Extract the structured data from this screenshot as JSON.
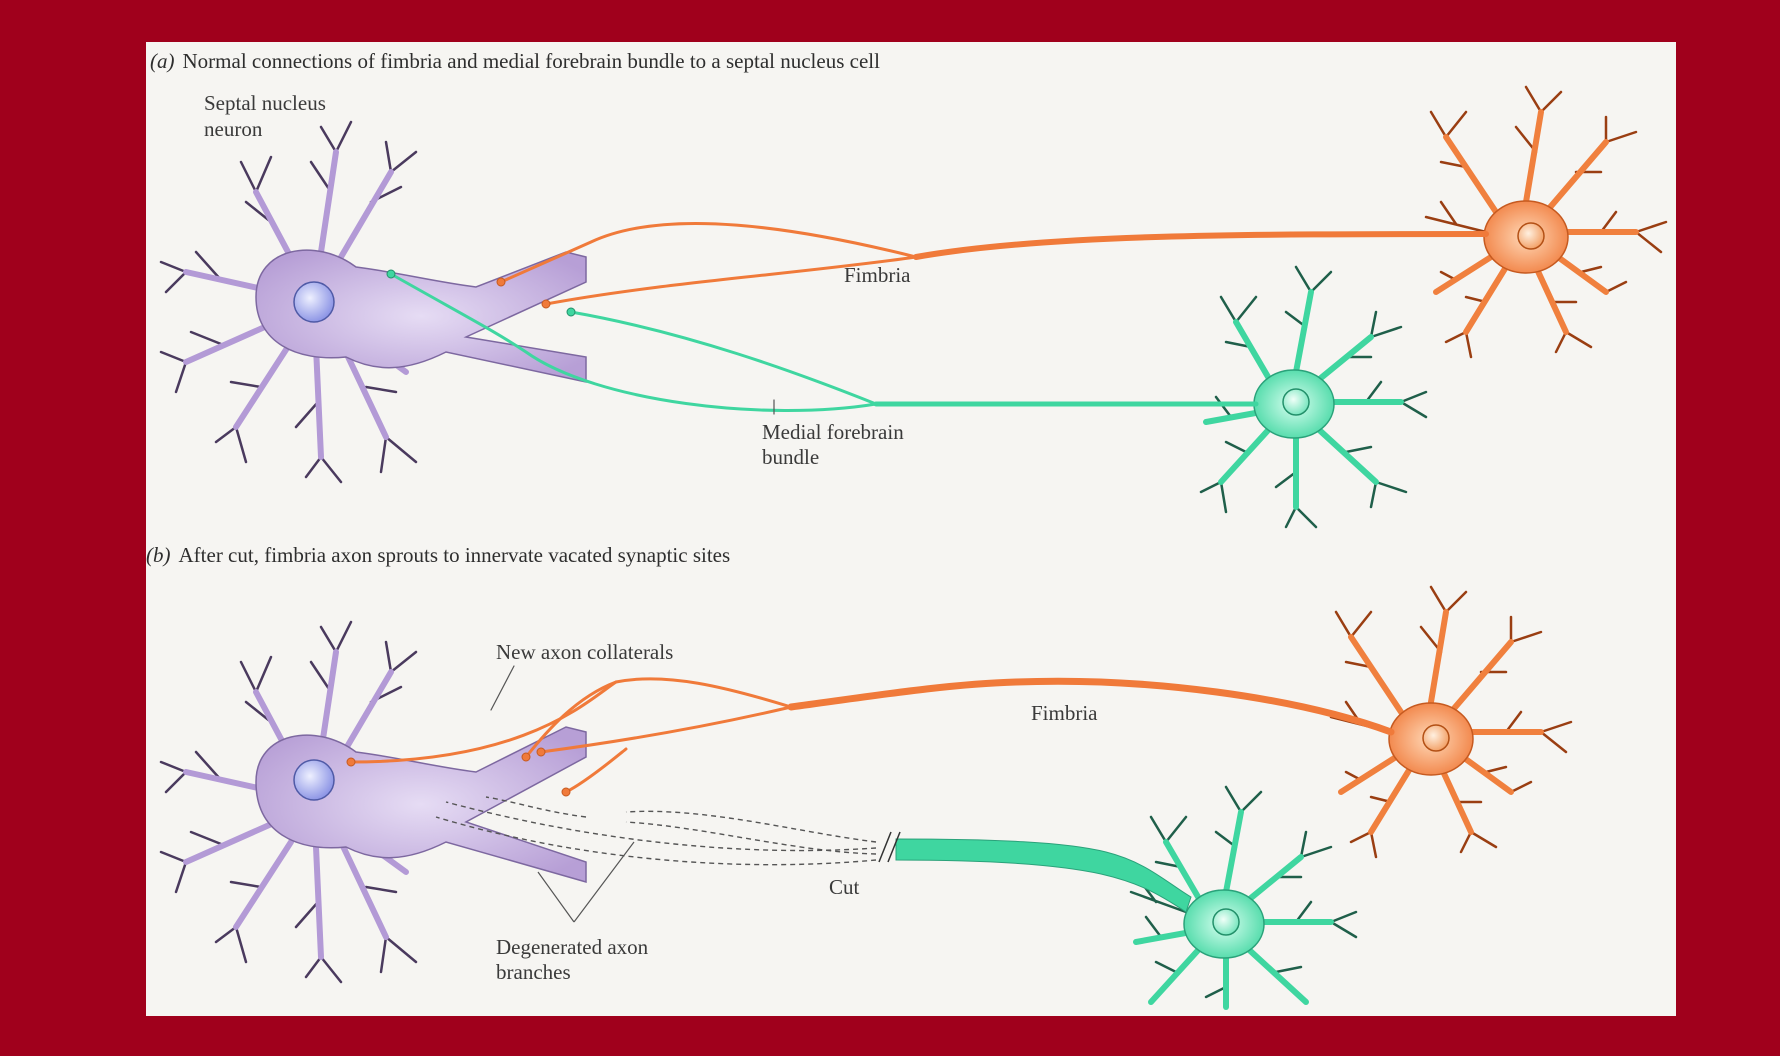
{
  "panel_a": {
    "title": "Normal connections of fimbria and medial forebrain bundle to a septal nucleus cell",
    "letter": "(a)",
    "labels": {
      "septal_line1": "Septal nucleus",
      "septal_line2": "neuron",
      "fimbria": "Fimbria",
      "mfb_line1": "Medial forebrain",
      "mfb_line2": "bundle"
    }
  },
  "panel_b": {
    "title": "After cut, fimbria axon sprouts to innervate vacated synaptic sites",
    "letter": "(b)",
    "labels": {
      "new_collaterals": "New axon collaterals",
      "fimbria": "Fimbria",
      "cut": "Cut",
      "degenerated_line1": "Degenerated axon",
      "degenerated_line2": "branches"
    }
  },
  "colors": {
    "frame": "#a0001c",
    "background": "#f6f5f2",
    "septal_neuron": "#b9a3d6",
    "fimbria_neuron": "#f07a3a",
    "mfb_neuron": "#3fd6a0"
  }
}
